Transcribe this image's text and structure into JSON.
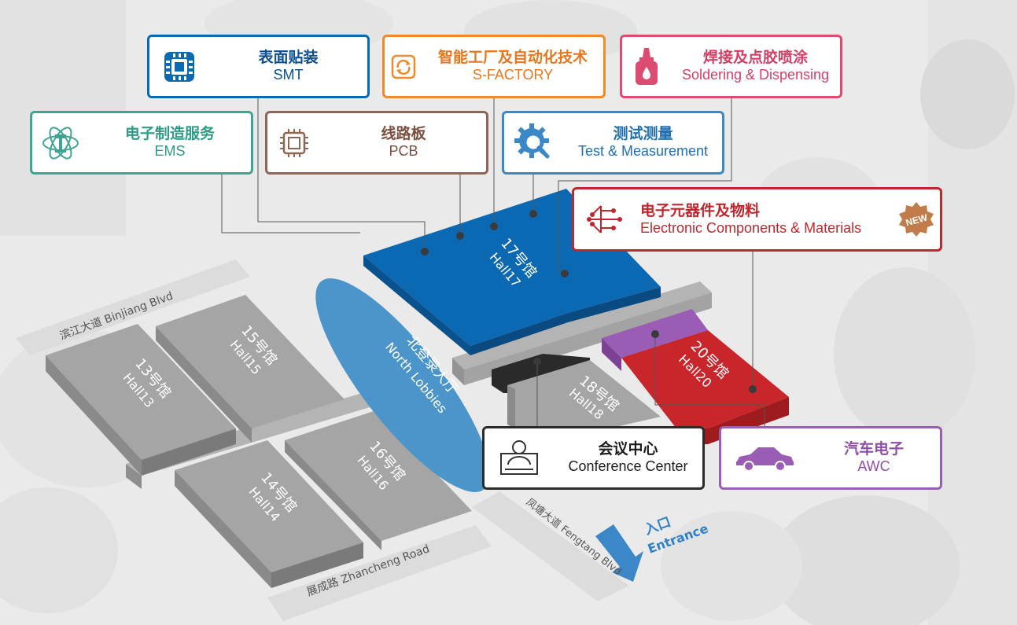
{
  "colors": {
    "hall17": "#0a67b2",
    "lobby": "#4b95cb",
    "hall20": "#c9262c",
    "awc_purple": "#9b5cb6",
    "gray_hall": "#9c9c9c",
    "road": "#dcdcdc"
  },
  "categories": {
    "smt": {
      "cn": "表面贴装",
      "en": "SMT",
      "icon": "chip-icon"
    },
    "sfactory": {
      "cn": "智能工厂及自动化技术",
      "en": "S-FACTORY",
      "icon": "refresh-cycle-icon"
    },
    "soldering": {
      "cn": "焊接及点胶喷涂",
      "en": "Soldering & Dispensing",
      "icon": "glue-bottle-icon"
    },
    "ems": {
      "cn": "电子制造服务",
      "en": "EMS",
      "icon": "robot-arm-atom-icon"
    },
    "pcb": {
      "cn": "线路板",
      "en": "PCB",
      "icon": "circuit-chip-icon"
    },
    "test": {
      "cn": "测试测量",
      "en": "Test & Measurement",
      "icon": "gear-magnifier-icon"
    },
    "components": {
      "cn": "电子元器件及物料",
      "en": "Electronic Components & Materials",
      "icon": "circuit-hand-icon",
      "badge": "NEW"
    },
    "conference": {
      "cn": "会议中心",
      "en": "Conference Center",
      "icon": "presenter-icon"
    },
    "awc": {
      "cn": "汽车电子",
      "en": "AWC",
      "icon": "car-icon"
    }
  },
  "halls": {
    "h17": {
      "cn": "17号馆",
      "en": "Hall17"
    },
    "h15": {
      "cn": "15号馆",
      "en": "Hall15"
    },
    "h13": {
      "cn": "13号馆",
      "en": "Hall13"
    },
    "h16": {
      "cn": "16号馆",
      "en": "Hall16"
    },
    "h14": {
      "cn": "14号馆",
      "en": "Hall14"
    },
    "h18": {
      "cn": "18号馆",
      "en": "Hall18"
    },
    "h20": {
      "cn": "20号馆",
      "en": "Hall20"
    },
    "lobby": {
      "cn": "北登录大厅",
      "en": "North Lobbies"
    }
  },
  "roads": {
    "binjiang": "滨江大道 Binjiang Blvd",
    "zhancheng": "展成路 Zhancheng Road",
    "fengtang": "凤塘大道 Fengtang Blvd"
  },
  "entrance": {
    "cn": "入口",
    "en": "Entrance"
  }
}
